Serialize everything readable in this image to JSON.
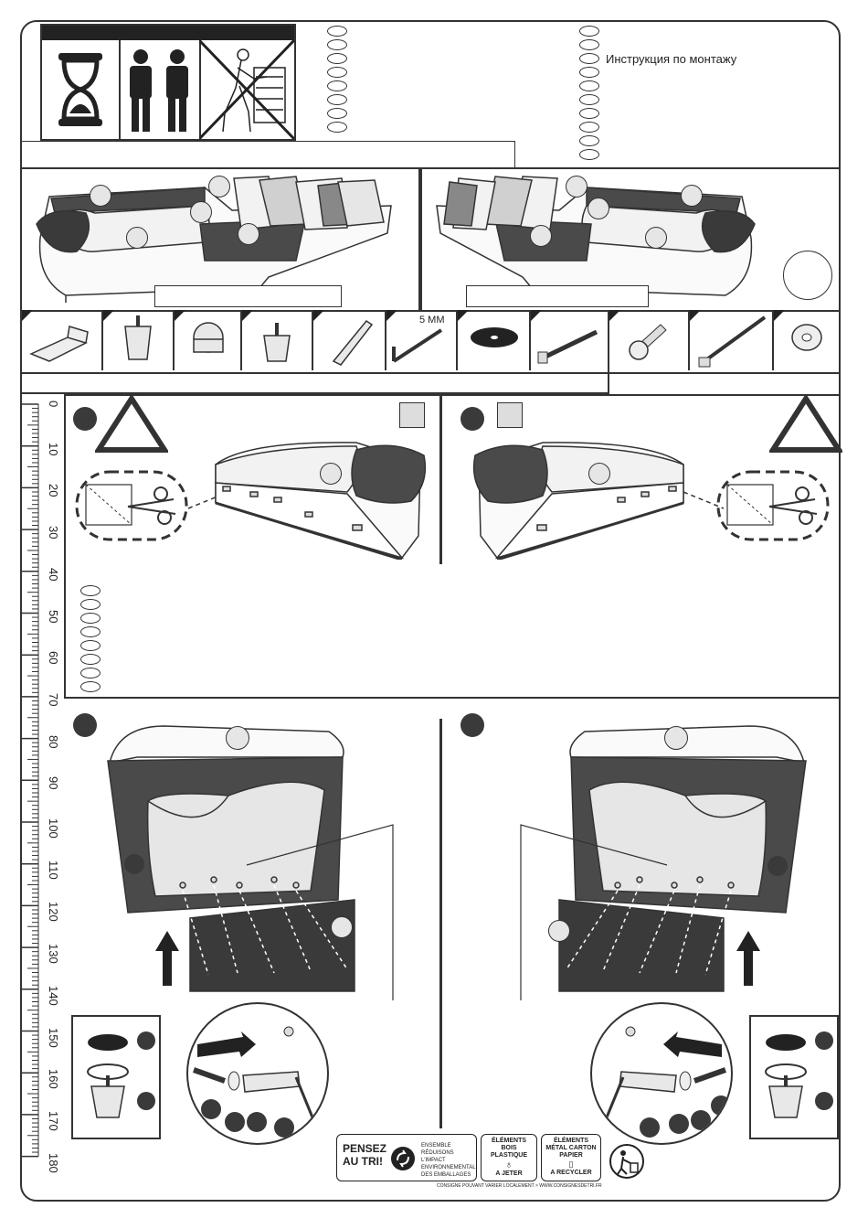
{
  "header": {
    "title": "Инструкция по монтажу"
  },
  "parts": {
    "allen_key_size": "5 ММ"
  },
  "ruler": {
    "ticks": [
      "0",
      "10",
      "20",
      "30",
      "40",
      "50",
      "60",
      "70",
      "80",
      "90",
      "100",
      "110",
      "120",
      "130",
      "140",
      "150",
      "160",
      "170",
      "180"
    ]
  },
  "recycling": {
    "pensez": "PENSEZ",
    "au_tri": "AU TRI!",
    "ensemble": "ENSEMBLE",
    "reduisons": "RÉDUISONS L'IMPACT",
    "environnemental": "ENVIRONNEMENTAL",
    "emballages": "DES EMBALLAGES",
    "bois_title": "ÉLÉMENTS BOIS PLASTIQUE",
    "a_jeter": "A JETER",
    "metal_title": "ÉLÉMENTS MÉTAL CARTON PAPIER",
    "a_recycler": "A RECYCLER",
    "consigne": "CONSIGNE POUVANT VARIER LOCALEMENT > WWW.CONSIGNESDETRI.FR"
  },
  "colors": {
    "dark_fabric": "#4a4a4a",
    "light_fabric": "#f2f2f2",
    "frame": "#333333"
  }
}
